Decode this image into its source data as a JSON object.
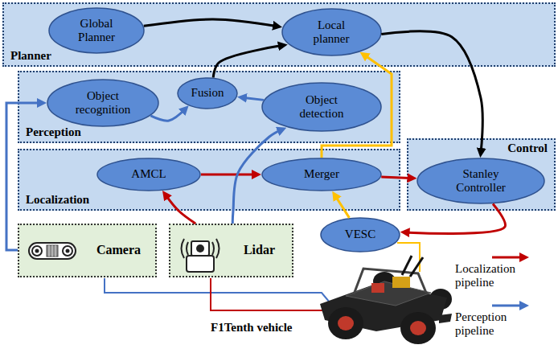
{
  "diagram": {
    "nodes": [
      {
        "text": [
          "Planner"
        ]
      },
      {
        "text": [
          "Global Planner"
        ],
        "in": 0
      },
      {
        "text": [
          "Local planner"
        ],
        "in": 0
      },
      {
        "text": [
          "Perception"
        ]
      },
      {
        "text": [
          "Object recognition"
        ],
        "in": 3
      },
      {
        "text": [
          "Fusion"
        ],
        "in": 3
      },
      {
        "text": [
          "Object detection"
        ],
        "in": 3
      },
      {
        "text": [
          "Localization"
        ]
      },
      {
        "text": [
          "AMCL"
        ],
        "in": 7
      },
      {
        "text": [
          "Merger"
        ],
        "in": 7
      },
      {
        "text": [
          "Control"
        ]
      },
      {
        "text": [
          "Stanley Controller"
        ],
        "in": 10
      },
      {
        "text": [
          "Camera"
        ]
      },
      {
        "text": [
          "Lidar"
        ]
      },
      {
        "text": [
          "VESC"
        ]
      }
    ],
    "edges": [
      {
        "from": 1,
        "to": 2,
        "arrow": "to"
      },
      {
        "from": 5,
        "to": 2,
        "arrow": "to"
      },
      {
        "from": 2,
        "to": 11,
        "arrow": "to"
      },
      {
        "from": 4,
        "to": 5,
        "arrow": "to"
      },
      {
        "from": 6,
        "to": 5,
        "arrow": "to"
      },
      {
        "from": 8,
        "to": 9,
        "arrow": "to"
      },
      {
        "from": 9,
        "to": 11,
        "arrow": "to"
      },
      {
        "from": 9,
        "to": 2,
        "arrow": "to"
      },
      {
        "from": 11,
        "to": 14,
        "arrow": "to"
      },
      {
        "from": 14,
        "to": 9,
        "arrow": "to"
      },
      {
        "from": 13,
        "to": 8,
        "arrow": "to"
      },
      {
        "from": 13,
        "to": 6,
        "arrow": "to"
      },
      {
        "from": 12,
        "to": 4,
        "arrow": "to"
      }
    ],
    "labels": [
      "F1Tenth vehicle"
    ],
    "legend": [
      {
        "text": "Localization pipeline"
      },
      {
        "text": "Perception pipeline"
      }
    ]
  }
}
